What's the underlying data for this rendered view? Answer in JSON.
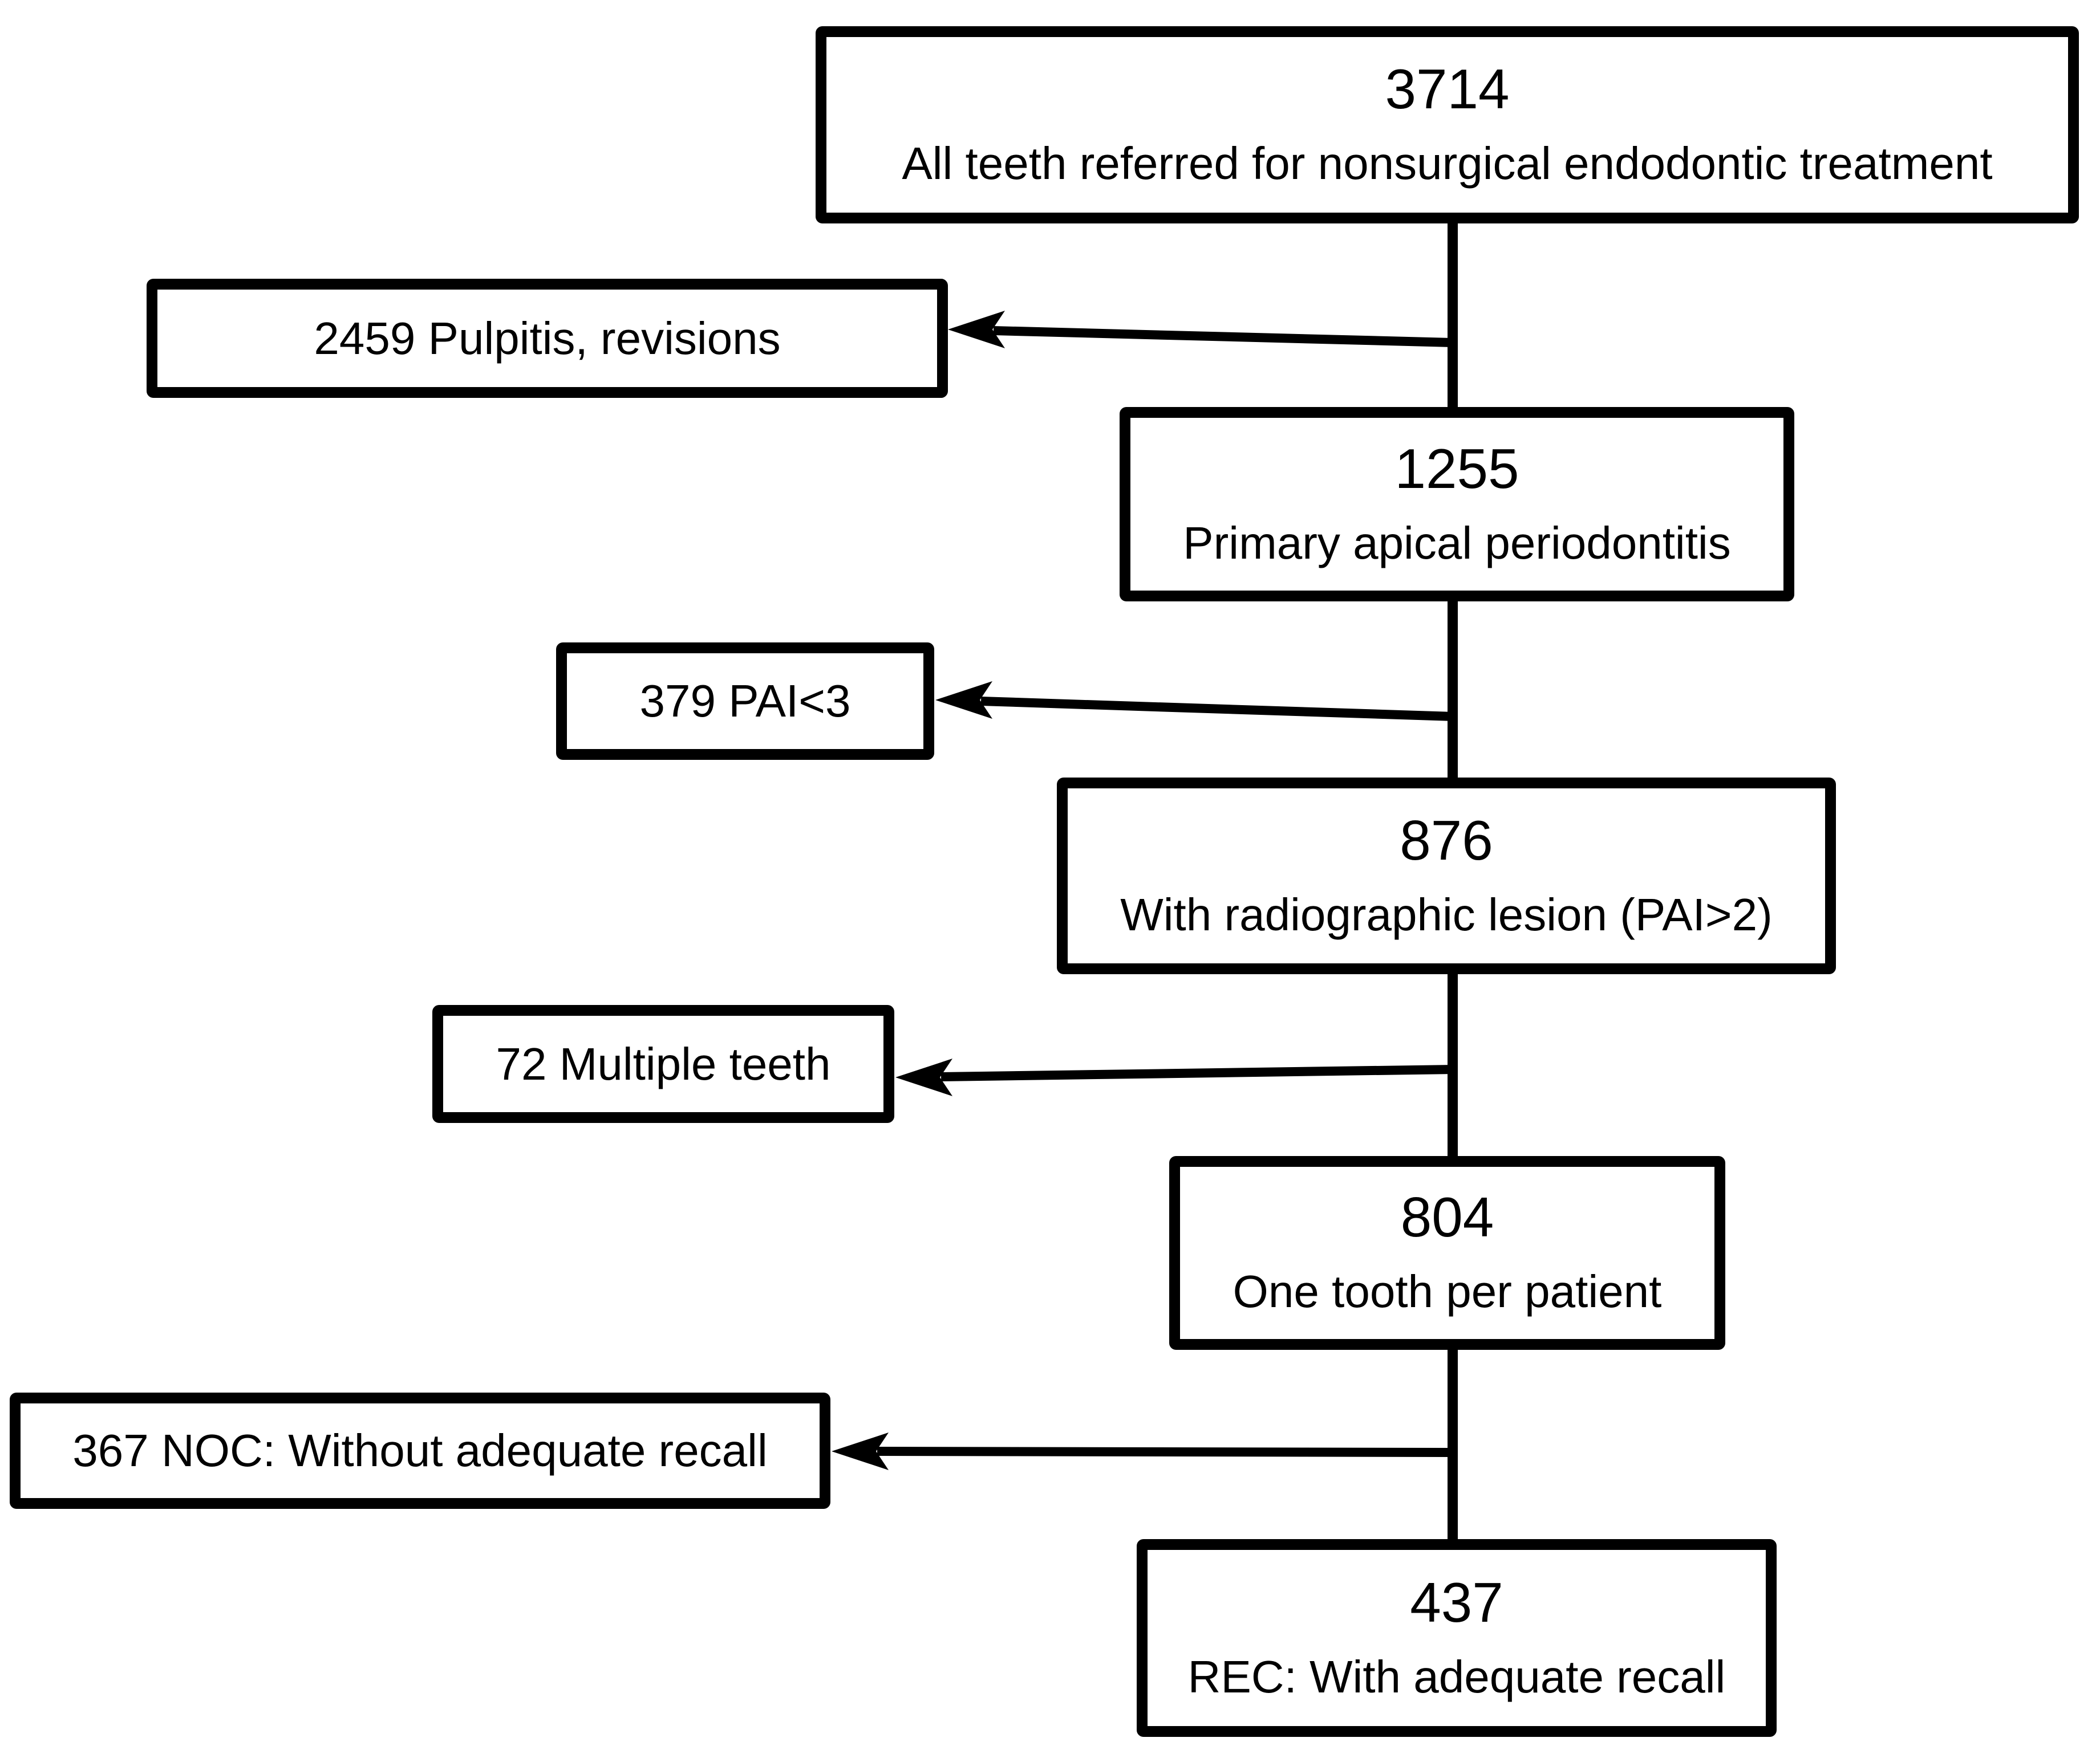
{
  "colors": {
    "background": "#ffffff",
    "stroke": "#000000",
    "text": "#000000"
  },
  "flowchart": {
    "main_boxes": [
      {
        "count": "3714",
        "label": "All teeth referred for nonsurgical endodontic treatment"
      },
      {
        "count": "1255",
        "label": "Primary apical periodontitis"
      },
      {
        "count": "876",
        "label": "With radiographic lesion (PAI>2)"
      },
      {
        "count": "804",
        "label": "One tooth per patient"
      },
      {
        "count": "437",
        "label": "REC: With adequate recall"
      }
    ],
    "exclusion_boxes": [
      {
        "label": "2459 Pulpitis, revisions"
      },
      {
        "label": "379 PAI<3"
      },
      {
        "label": "72 Multiple teeth"
      },
      {
        "label": "367 NOC: Without adequate recall"
      }
    ]
  }
}
